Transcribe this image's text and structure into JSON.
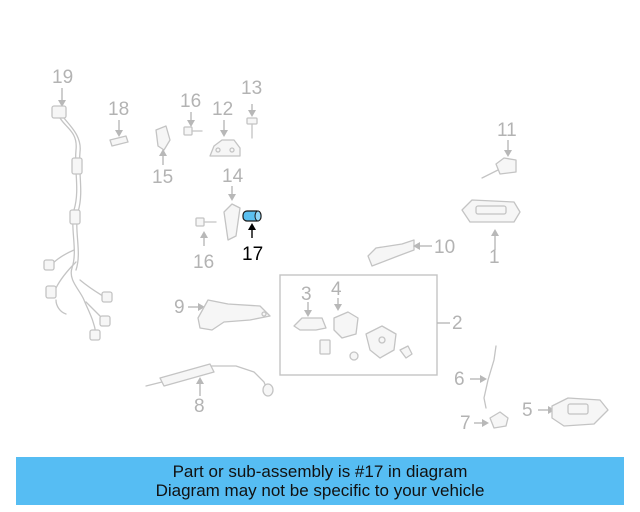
{
  "diagram": {
    "callouts": [
      {
        "id": "19",
        "label": "19"
      },
      {
        "id": "18",
        "label": "18"
      },
      {
        "id": "16a",
        "label": "16"
      },
      {
        "id": "12",
        "label": "12"
      },
      {
        "id": "13",
        "label": "13"
      },
      {
        "id": "15",
        "label": "15"
      },
      {
        "id": "14",
        "label": "14"
      },
      {
        "id": "17",
        "label": "17"
      },
      {
        "id": "16b",
        "label": "16"
      },
      {
        "id": "11",
        "label": "11"
      },
      {
        "id": "10",
        "label": "10"
      },
      {
        "id": "1",
        "label": "1"
      },
      {
        "id": "3",
        "label": "3"
      },
      {
        "id": "4",
        "label": "4"
      },
      {
        "id": "2",
        "label": "2"
      },
      {
        "id": "9",
        "label": "9"
      },
      {
        "id": "6",
        "label": "6"
      },
      {
        "id": "8",
        "label": "8"
      },
      {
        "id": "7",
        "label": "7"
      },
      {
        "id": "5",
        "label": "5"
      }
    ],
    "highlight_color": "#5bc0f0",
    "muted_color": "#b3b3b3"
  },
  "banner": {
    "line1": "Part or sub-assembly is #17 in diagram",
    "line2": "Diagram may not be specific to your vehicle",
    "background": "#56bdf3"
  }
}
